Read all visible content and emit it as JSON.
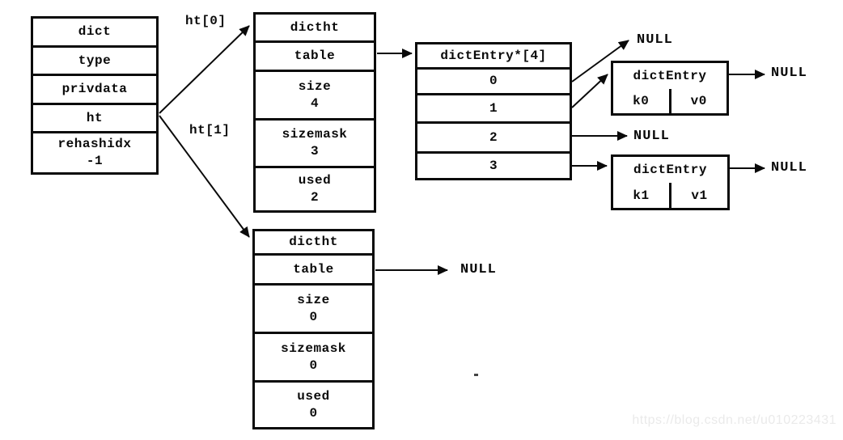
{
  "labels": {
    "null": "NULL",
    "ht0": "ht[0]",
    "ht1": "ht[1]"
  },
  "dict_struct": {
    "rows": [
      {
        "label": "dict"
      },
      {
        "label": "type"
      },
      {
        "label": "privdata"
      },
      {
        "label": "ht"
      },
      {
        "label": "rehashidx",
        "value": "-1"
      }
    ]
  },
  "dictht0": {
    "rows": [
      {
        "label": "dictht"
      },
      {
        "label": "table"
      },
      {
        "label": "size",
        "value": "4"
      },
      {
        "label": "sizemask",
        "value": "3"
      },
      {
        "label": "used",
        "value": "2"
      }
    ]
  },
  "dictht1": {
    "rows": [
      {
        "label": "dictht"
      },
      {
        "label": "table"
      },
      {
        "label": "size",
        "value": "0"
      },
      {
        "label": "sizemask",
        "value": "0"
      },
      {
        "label": "used",
        "value": "0"
      }
    ]
  },
  "entry_array": {
    "header": "dictEntry*[4]",
    "slots": [
      "0",
      "1",
      "2",
      "3"
    ]
  },
  "entry0": {
    "header": "dictEntry",
    "key": "k0",
    "value": "v0"
  },
  "entry1": {
    "header": "dictEntry",
    "key": "k1",
    "value": "v1"
  },
  "watermark": "https://blog.csdn.net/u010223431"
}
